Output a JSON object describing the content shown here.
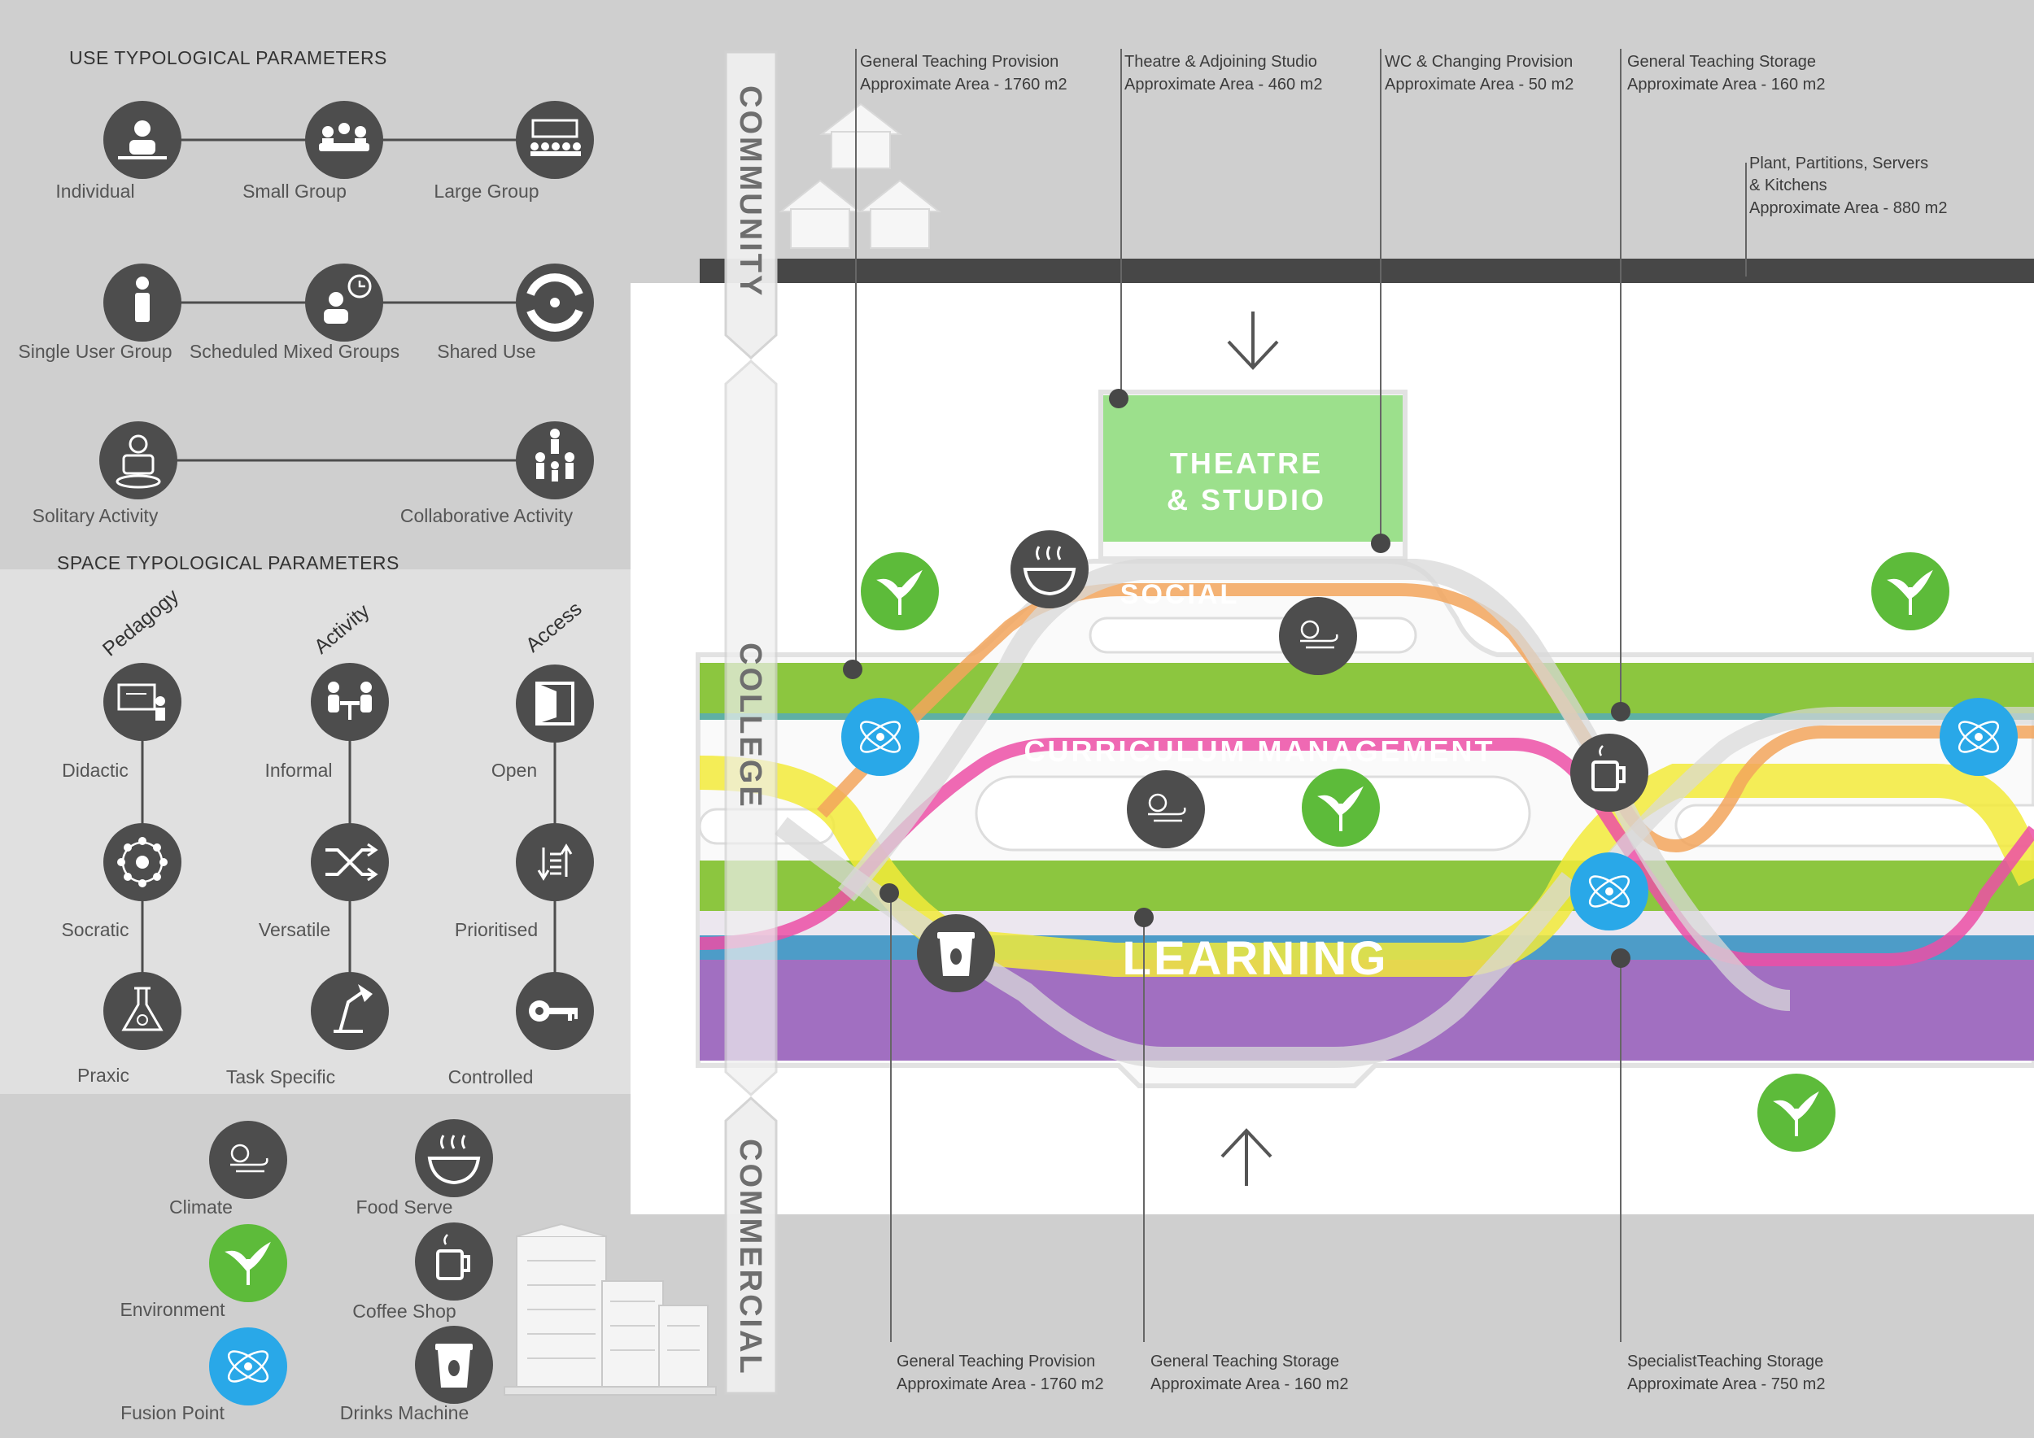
{
  "use_parameters": {
    "title": "USE TYPOLOGICAL PARAMETERS",
    "row1": [
      "Individual",
      "Small Group",
      "Large Group"
    ],
    "row2": [
      "Single User Group",
      "Scheduled Mixed Groups",
      "Shared Use"
    ],
    "row3": [
      "Solitary Activity",
      "Collaborative Activity"
    ]
  },
  "space_parameters": {
    "title": "SPACE TYPOLOGICAL PARAMETERS",
    "columns": [
      {
        "heading": "Pedagogy",
        "items": [
          "Didactic",
          "Socratic",
          "Praxic"
        ]
      },
      {
        "heading": "Activity",
        "items": [
          "Informal",
          "Versatile",
          "Task Specific"
        ]
      },
      {
        "heading": "Access",
        "items": [
          "Open",
          "Prioritised",
          "Controlled"
        ]
      }
    ]
  },
  "legend": {
    "climate": "Climate",
    "environment": "Environment",
    "fusion_point": "Fusion Point",
    "food_serve": "Food Serve",
    "coffee_shop": "Coffee Shop",
    "drinks_machine": "Drinks Machine"
  },
  "zones": {
    "community": "COMMUNITY",
    "college": "COLLEGE",
    "commercial": "COMMERCIAL"
  },
  "bands": {
    "theatre_line1": "THEATRE",
    "theatre_line2": "& STUDIO",
    "social": "SOCIAL",
    "curriculum": "CURRICULUM MANAGEMENT",
    "learning": "LEARNING"
  },
  "colors": {
    "environment": "#5dbb3a",
    "fusion": "#29a8e8",
    "icon_dark": "#4d4d4d",
    "green_band": "#8cc63f",
    "purple_band": "#a16fc1",
    "magenta_band": "#ec4fa6",
    "yellow_band": "#f2ea3a",
    "orange_band": "#f2a45c",
    "theatre": "#9ce08c"
  },
  "annotations_top": [
    {
      "line1": "General Teaching Provision",
      "line2": "Approximate Area - 1760 m2"
    },
    {
      "line1": "Theatre & Adjoining Studio",
      "line2": "Approximate Area - 460 m2"
    },
    {
      "line1": "WC & Changing Provision",
      "line2": "Approximate Area - 50 m2"
    },
    {
      "line1": "General Teaching Storage",
      "line2": "Approximate Area - 160 m2"
    }
  ],
  "annotation_plant": {
    "line1": "Plant, Partitions, Servers",
    "line2": "& Kitchens",
    "line3": "Approximate Area - 880 m2"
  },
  "annotations_bottom": [
    {
      "line1": "General Teaching Provision",
      "line2": "Approximate Area - 1760 m2"
    },
    {
      "line1": "General Teaching Storage",
      "line2": "Approximate Area - 160 m2"
    },
    {
      "line1": "SpecialistTeaching Storage",
      "line2": "Approximate Area - 750 m2"
    }
  ]
}
